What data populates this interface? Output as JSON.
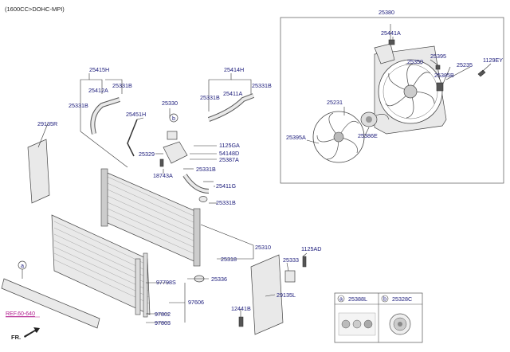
{
  "header": "(1600CC>DOHC-MPI)",
  "ref_link": "REF.60-640",
  "fr_label": "FR.",
  "legend": {
    "a_code": "a",
    "a_part": "25388L",
    "b_code": "b",
    "b_part": "25328C"
  },
  "callouts": {
    "a": "a",
    "b": "b"
  },
  "labels": {
    "l25380": "25380",
    "l25441A": "25441A",
    "l25350": "25350",
    "l25395": "25395",
    "l25235": "25235",
    "l1129EY": "1129EY",
    "l25385B": "25385B",
    "l25231": "25231",
    "l25386E": "25386E",
    "l25395A": "25395A",
    "l25415H": "25415H",
    "l25412A": "25412A",
    "l25331B_a": "25331B",
    "l25331B_b": "25331B",
    "l25330": "25330",
    "l25414H": "25414H",
    "l25331B_c": "25331B",
    "l25411A": "25411A",
    "l25331B_d": "25331B",
    "l29135R": "29135R",
    "l25451H": "25451H",
    "l25329": "25329",
    "l1125GA": "1125GA",
    "l54148D": "54148D",
    "l25387A": "25387A",
    "l25331B_e": "25331B",
    "l18743A": "18743A",
    "l25411G": "25411G",
    "l25331B_f": "25331B",
    "l25310": "25310",
    "l25318": "25318",
    "l1125AD": "1125AD",
    "l25333": "25333",
    "l97798S": "97798S",
    "l25336": "25336",
    "l97606": "97606",
    "l29135L": "29135L",
    "l12441B": "12441B",
    "l97802": "97802",
    "l97803": "97803"
  }
}
